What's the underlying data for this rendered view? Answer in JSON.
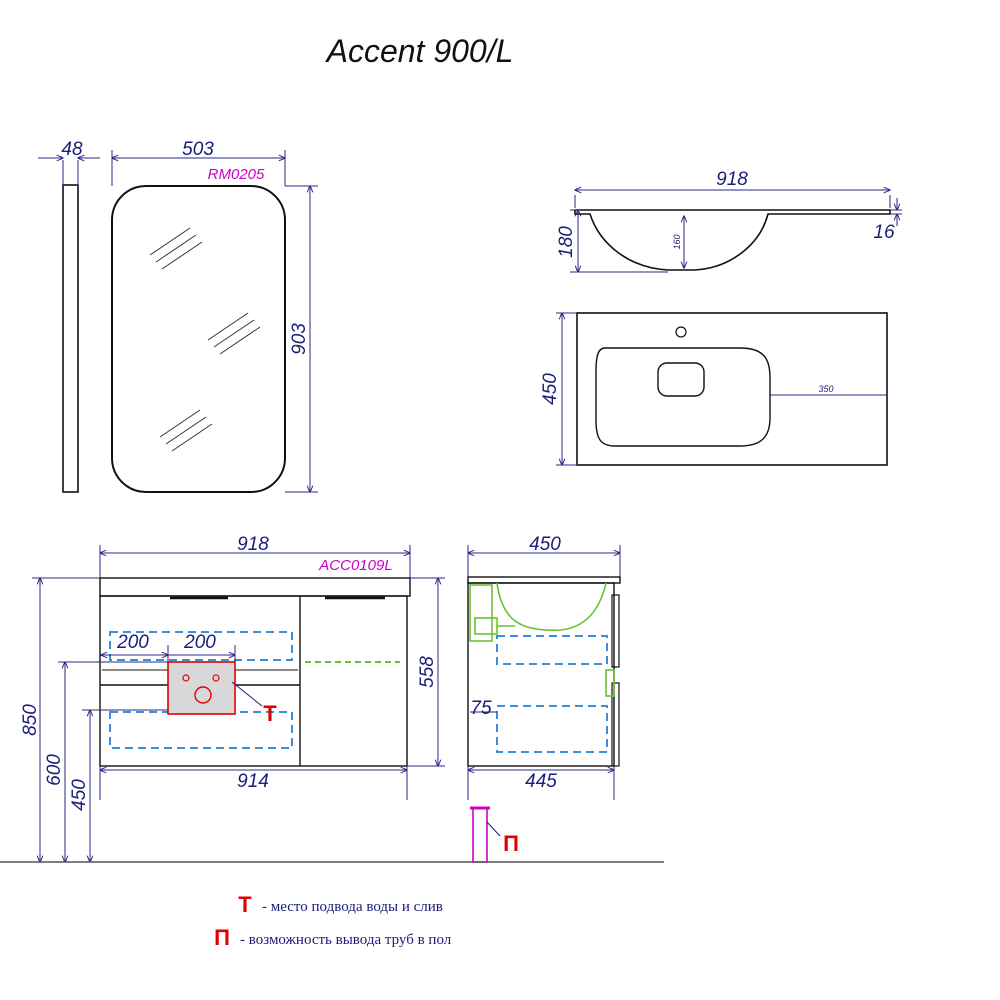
{
  "title": "Accent 900/L",
  "mirror": {
    "model_code": "RM0205",
    "depth_mm": "48",
    "width_mm": "503",
    "height_mm": "903"
  },
  "sink": {
    "width_mm": "918",
    "bowl_height_mm": "180",
    "bowl_inner_depth_mm": "160",
    "rim_thickness_mm": "16",
    "depth_mm": "450",
    "offset_mm": "350"
  },
  "cabinet_front": {
    "model_code": "ACC0109L",
    "top_width_mm": "918",
    "body_width_mm": "914",
    "height_mm": "558",
    "total_height_mm": "850",
    "pipe_height_mm": "600",
    "bottom_height_mm": "450",
    "zone_left_mm": "200",
    "zone_right_mm": "200"
  },
  "cabinet_side": {
    "top_depth_mm": "450",
    "body_depth_mm": "445",
    "inset_mm": "75"
  },
  "legend": {
    "t_symbol": "Т",
    "t_text": "- место подвода воды и слив",
    "p_symbol": "П",
    "p_text": "- возможность вывода труб в пол"
  },
  "colors": {
    "dimension": "#1c1c7a",
    "model_code": "#cc00cc",
    "water_marker": "#e00000",
    "floor_pipe": "#cc00cc",
    "drawer_outline": "#3a8fd8",
    "siphon_zone": "#6ac12e"
  }
}
